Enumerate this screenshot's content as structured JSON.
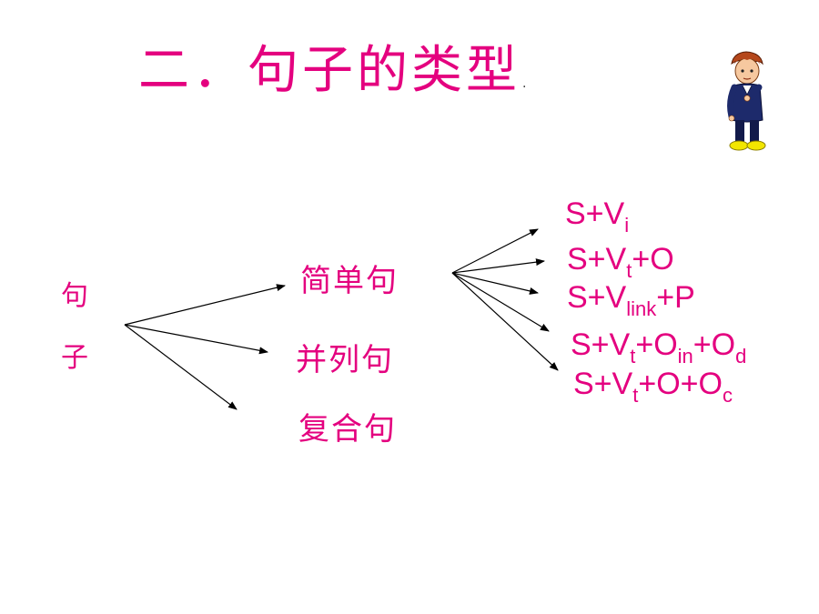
{
  "title": {
    "text": "二．句子的类型",
    "dot": "."
  },
  "root": {
    "chars": [
      "句",
      "子"
    ]
  },
  "categories": [
    {
      "label": "简单句"
    },
    {
      "label": "并列句"
    },
    {
      "label": "复合句"
    }
  ],
  "patterns": [
    {
      "parts": [
        {
          "t": "S+V"
        },
        {
          "s": "i"
        }
      ]
    },
    {
      "parts": [
        {
          "t": "S+V"
        },
        {
          "s": "t"
        },
        {
          "t": "+O"
        }
      ]
    },
    {
      "parts": [
        {
          "t": "S+V"
        },
        {
          "s": "link"
        },
        {
          "t": "+P"
        }
      ]
    },
    {
      "parts": [
        {
          "t": "S+V"
        },
        {
          "s": "t"
        },
        {
          "t": "+O"
        },
        {
          "s": "in"
        },
        {
          "t": "+O"
        },
        {
          "s": "d"
        }
      ]
    },
    {
      "parts": [
        {
          "t": "S+V"
        },
        {
          "s": "t"
        },
        {
          "t": "+O+O"
        },
        {
          "s": "c"
        }
      ]
    }
  ],
  "colors": {
    "accent": "#e4007f",
    "arrow": "#000000"
  },
  "icons": {
    "character": "cartoon-boy-icon"
  }
}
